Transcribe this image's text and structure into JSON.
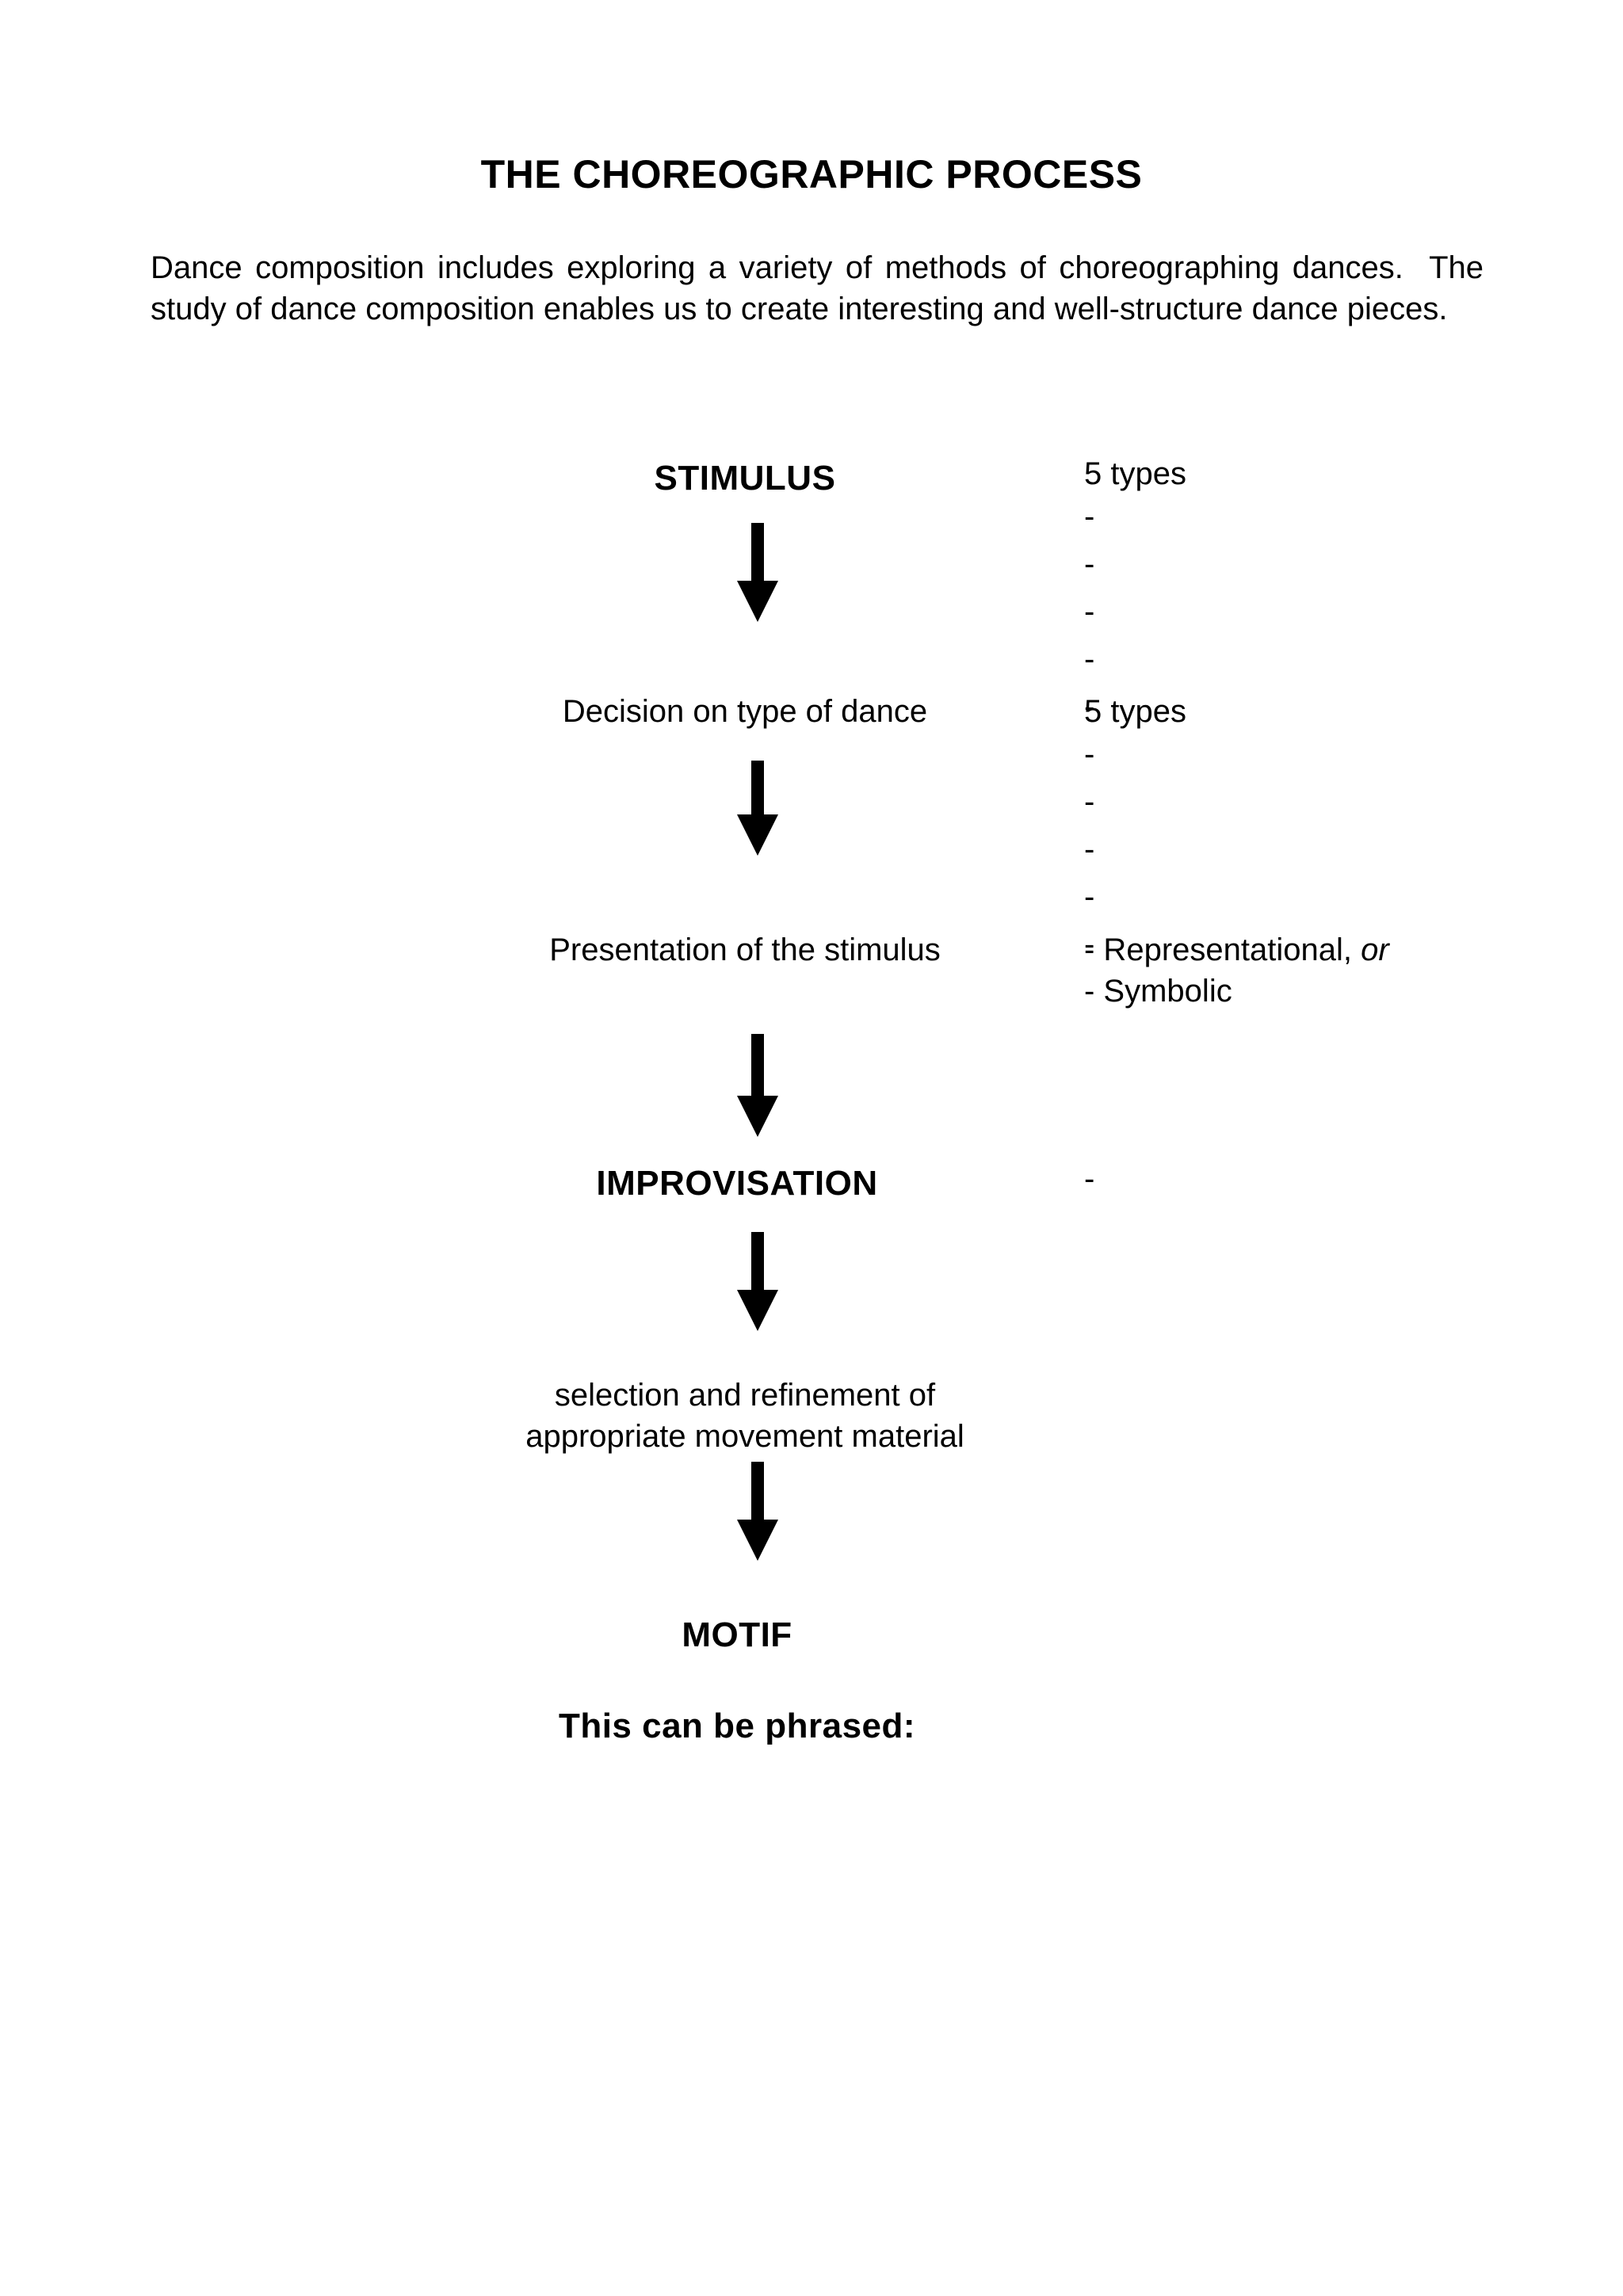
{
  "document": {
    "title": "THE CHOREOGRAPHIC PROCESS",
    "intro": "Dance composition includes exploring a variety of methods of choreographing dances.  The study of dance composition enables us to create interesting and well-structure dance pieces."
  },
  "flow": {
    "stimulus": "STIMULUS",
    "decision": "Decision on type of dance",
    "presentation": "Presentation of the stimulus",
    "improvisation": "IMPROVISATION",
    "selection_line1": "selection and refinement of",
    "selection_line2": "appropriate movement material",
    "selection": "selection and refinement of\nappropriate movement material",
    "motif": "MOTIF",
    "phrased": "This can be phrased:"
  },
  "annotations": {
    "stimulus_types_label": "5 types",
    "stimulus_types_items": [
      "-",
      "-",
      "-",
      "-",
      "-"
    ],
    "decision_types_label": "5 types",
    "decision_types_items": [
      "-",
      "-",
      "-",
      "-",
      "-"
    ],
    "presentation_items": [
      "- Representational, ",
      "- Symbolic"
    ],
    "presentation_item1_prefix": "- Representational,",
    "presentation_item1_emphasis": "or",
    "presentation_item2": "- Symbolic",
    "improvisation_items": [
      "-"
    ],
    "improvisation_dash": "-"
  },
  "icons": {
    "arrow": "down-arrow-icon"
  },
  "colors": {
    "text": "#000000",
    "background": "#ffffff"
  }
}
